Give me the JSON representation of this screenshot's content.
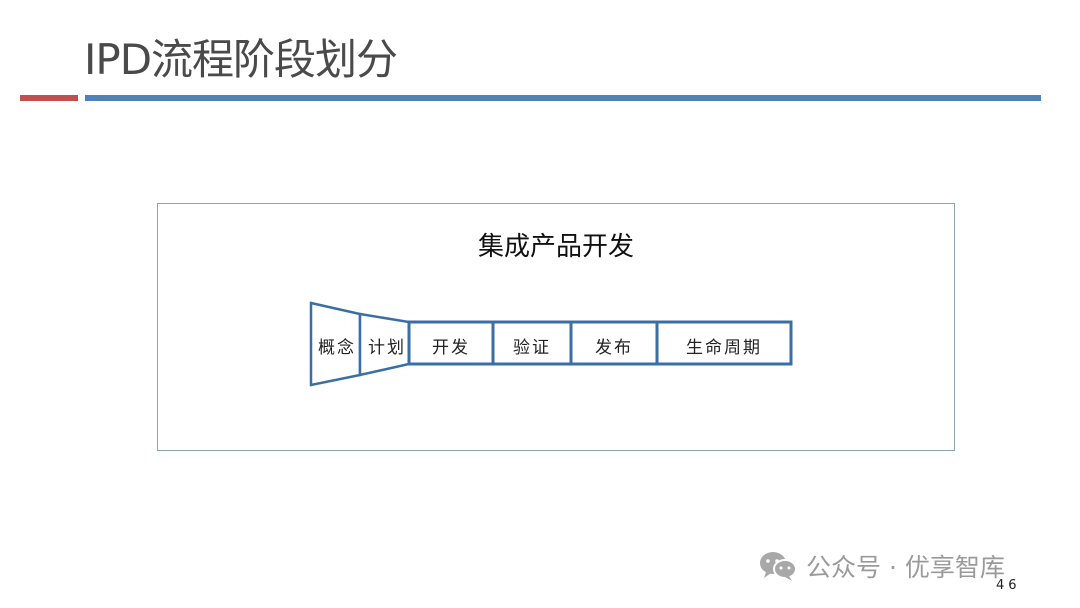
{
  "slide": {
    "title": "IPD流程阶段划分",
    "page_number": "46"
  },
  "colors": {
    "accent_red": "#c0504d",
    "accent_blue": "#4f81bd",
    "stage_stroke": "#3b6ea5",
    "frame_border": "#8aa6a6"
  },
  "diagram": {
    "title": "集成产品开发",
    "stages": [
      {
        "label": "概念",
        "shape": "trapezoid"
      },
      {
        "label": "计划",
        "shape": "trapezoid"
      },
      {
        "label": "开发",
        "shape": "box"
      },
      {
        "label": "验证",
        "shape": "box"
      },
      {
        "label": "发布",
        "shape": "box"
      },
      {
        "label": "生命周期",
        "shape": "box"
      }
    ]
  },
  "watermark": {
    "icon": "wechat-icon",
    "text": "公众号 · 优享智库"
  }
}
